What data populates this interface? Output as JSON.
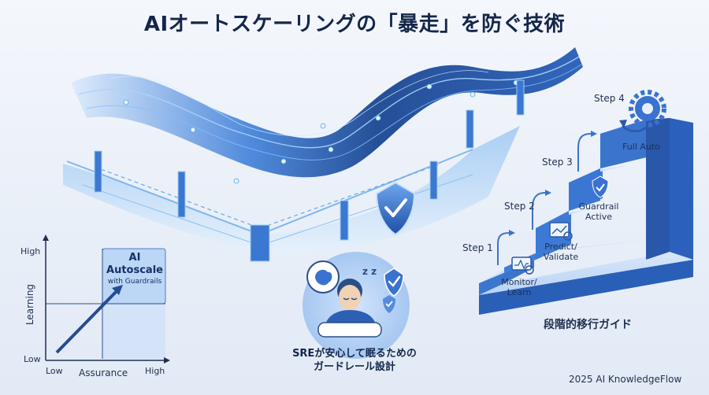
{
  "title": "AIオートスケーリングの「暴走」を防ぐ技術",
  "steps": [
    {
      "step": "Step 1",
      "text": "Monitor/ Learn"
    },
    {
      "step": "Step 2",
      "text": "Predict/ Validate"
    },
    {
      "step": "Step 3",
      "text": "Guardrail Active"
    },
    {
      "step": "Step 4",
      "text": "Full Auto"
    }
  ],
  "guide_title": "段階的移行ガイド",
  "sre_caption": {
    "line1": "SREが安心して眠るための",
    "line2": "ガードレール設計"
  },
  "quadrant": {
    "y_axis": "Learning",
    "y_high": "High",
    "y_low": "Low",
    "x_axis": "Assurance",
    "x_low": "Low",
    "x_high": "High",
    "highlight": {
      "line1": "AI",
      "line2": "Autoscale",
      "line3": "with Guardrails"
    }
  },
  "zz": "z z",
  "footer": "2025 AI KnowledgeFlow",
  "colors": {
    "accent": "#2f66c8",
    "dark": "#14264a",
    "light": "#bcd6f6"
  }
}
